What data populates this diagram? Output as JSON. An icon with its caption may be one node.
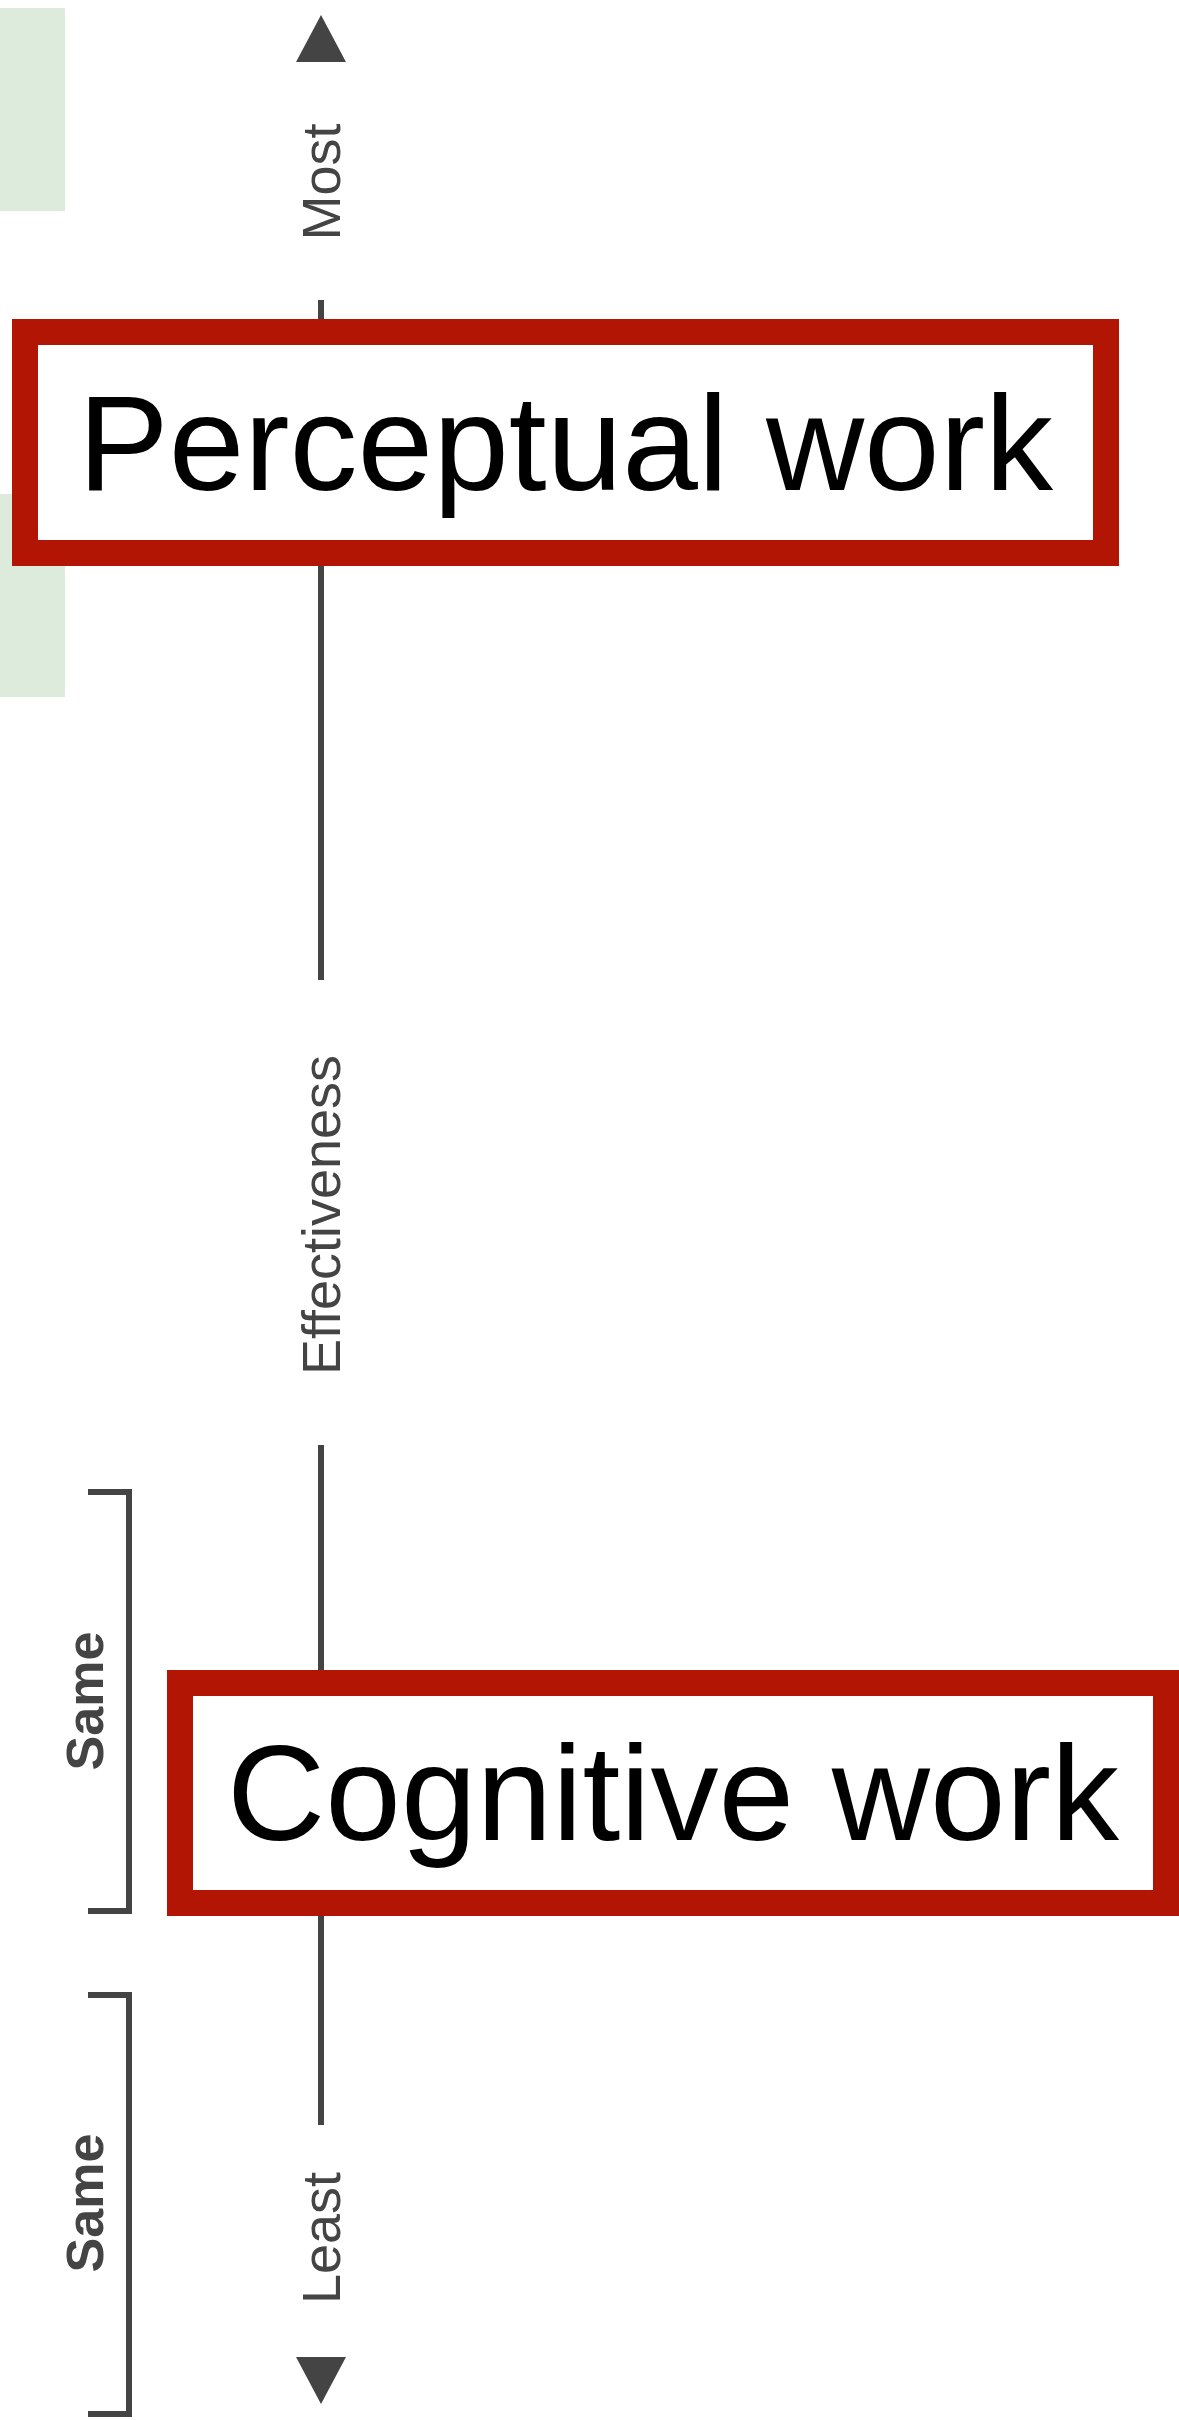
{
  "diagram": {
    "nodes": [
      {
        "text": [
          "Perceptual work"
        ]
      },
      {
        "text": [
          "Cognitive work"
        ]
      }
    ],
    "labels": [
      "Most",
      "Effectiveness",
      "Least",
      "Same",
      "Same"
    ]
  }
}
